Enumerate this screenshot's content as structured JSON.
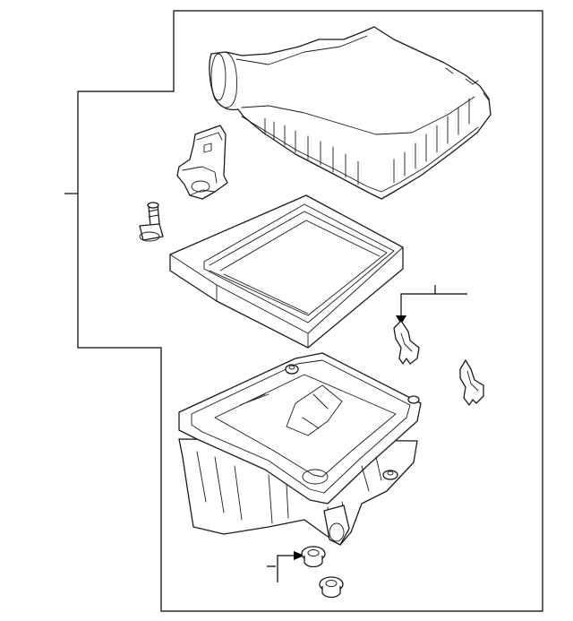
{
  "diagram": {
    "type": "exploded-parts-diagram",
    "parts": [
      {
        "name": "air-cleaner-upper-cover"
      },
      {
        "name": "mass-air-flow-sensor"
      },
      {
        "name": "mounting-bolt"
      },
      {
        "name": "air-filter-element"
      },
      {
        "name": "retaining-clip-left"
      },
      {
        "name": "retaining-clip-right"
      },
      {
        "name": "air-cleaner-lower-housing"
      },
      {
        "name": "grommet-upper"
      },
      {
        "name": "grommet-lower"
      }
    ],
    "callouts": [
      {
        "name": "assembly-bracket-callout"
      },
      {
        "name": "clip-callout"
      },
      {
        "name": "grommet-callout"
      }
    ]
  }
}
